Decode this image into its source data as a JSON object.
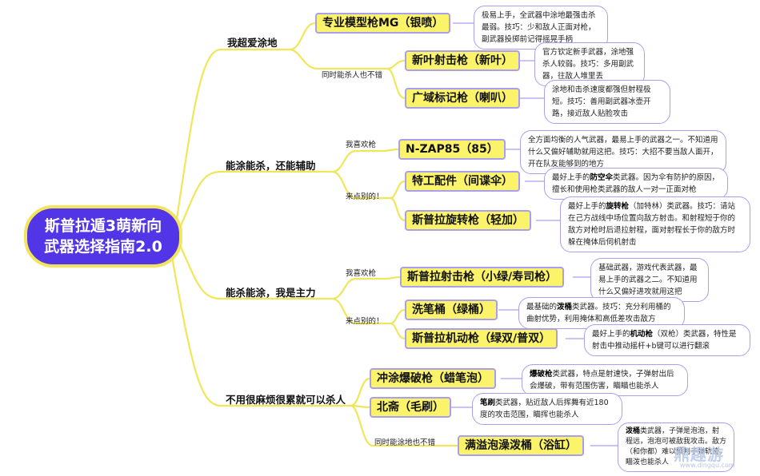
{
  "root": {
    "line1": "斯普拉遁3萌新向",
    "line2": "武器选择指南2.0"
  },
  "categories": [
    {
      "label": "我超爱涂地",
      "subs": [
        {
          "label": "同时能杀人也不错"
        }
      ],
      "weapons": [
        {
          "name": "专业模型枪MG（银喷）",
          "desc": "极易上手，全武器中涂地最强击杀最弱。技巧：少和敌人正面对枪，副武器投掷前记得摇晃手柄"
        },
        {
          "name": "新叶射击枪（新叶）",
          "desc": "官方钦定新手武器，涂地强杀人较弱。技巧：多用副武器，往敌人堆里丢"
        },
        {
          "name": "广域标记枪（喇叭）",
          "desc": "涂地和击杀速度都强但射程极短。技巧：善用副武器冰壶开路，接近敌人贴脸攻击"
        }
      ]
    },
    {
      "label": "能涂能杀，还能辅助",
      "subs": [
        {
          "label": "我喜欢枪"
        },
        {
          "label": "来点别的！"
        }
      ],
      "weapons": [
        {
          "name": "N-ZAP85（85）",
          "desc": "全方面均衡的人气武器，最易上手的武器之一。不知道用什么又偏好辅助就用这把。技巧：大招不要当敌人面开，开在队友能够到的地方"
        },
        {
          "name": "特工配件（间谍伞）",
          "desc_pre": "最好上手的",
          "desc_bold": "防空伞",
          "desc_post": "类武器。因为伞有防护的原因，擅长和使用枪类武器的敌人一对一正面对枪"
        },
        {
          "name": "斯普拉旋转枪（轻加）",
          "desc_pre": "最好上手的",
          "desc_bold": "旋转枪",
          "desc_post": "（加特林）类武器。技巧：请站在己方战线中场位置向敌方射击。和射程短于你的敌方对枪时后退拉射程，面对射程长于你的敌方时躲在掩体后伺机射击"
        }
      ]
    },
    {
      "label": "能杀能涂，我是主力",
      "subs": [
        {
          "label": "我喜欢枪"
        },
        {
          "label": "来点别的！"
        }
      ],
      "weapons": [
        {
          "name": "斯普拉射击枪（小绿/寿司枪）",
          "desc": "基础武器，游戏代表武器，最易上手的武器之二。不知道用什么又偏好进攻就用这把"
        },
        {
          "name": "洗笔桶（绿桶）",
          "desc_pre": "最基础的",
          "desc_bold": "泼桶",
          "desc_post": "类武器。技巧：充分利用桶的曲射优势，利用掩体和高低差攻击敌方"
        },
        {
          "name": "斯普拉机动枪（绿双/普双）",
          "desc_pre": "最好上手的",
          "desc_bold": "机动枪",
          "desc_post": "（双枪）类武器，特性是射击中推动摇杆+b键可以进行翻滚"
        }
      ]
    },
    {
      "label": "不用很麻烦很累就可以杀人",
      "subs": [
        {
          "label": "同时能涂地也不错"
        }
      ],
      "weapons": [
        {
          "name": "冲涂爆破枪（蜡笔泡）",
          "desc_pre": "",
          "desc_bold": "爆破枪",
          "desc_post": "类武器，特点是射速快，子弹射出后会爆破，带有范围伤害，瞄瞄也能杀人"
        },
        {
          "name": "北斋（毛刷）",
          "desc_pre": "",
          "desc_bold": "笔刷",
          "desc_post": "类武器，贴近敌人后挥舞有近180度的攻击范围，瞄挥也能杀人"
        },
        {
          "name": "满溢泡澡泼桶（浴缸）",
          "desc_pre": "",
          "desc_bold": "泼桶",
          "desc_post": "类武器，子弹是泡泡，射程远，泡泡可被敌我攻击。敌方（和你都）难以预判子弹轨迹，瞄泼也能杀人"
        }
      ]
    }
  ],
  "watermark": {
    "main": "鼎趣游",
    "sub": "www.dingqu.com"
  },
  "colors": {
    "root_fill": "#5135e6",
    "root_border": "#f4e45c",
    "weapon_fill": "#fbf36a",
    "outline": "#a99ff0",
    "branch": "#f0e65a"
  }
}
